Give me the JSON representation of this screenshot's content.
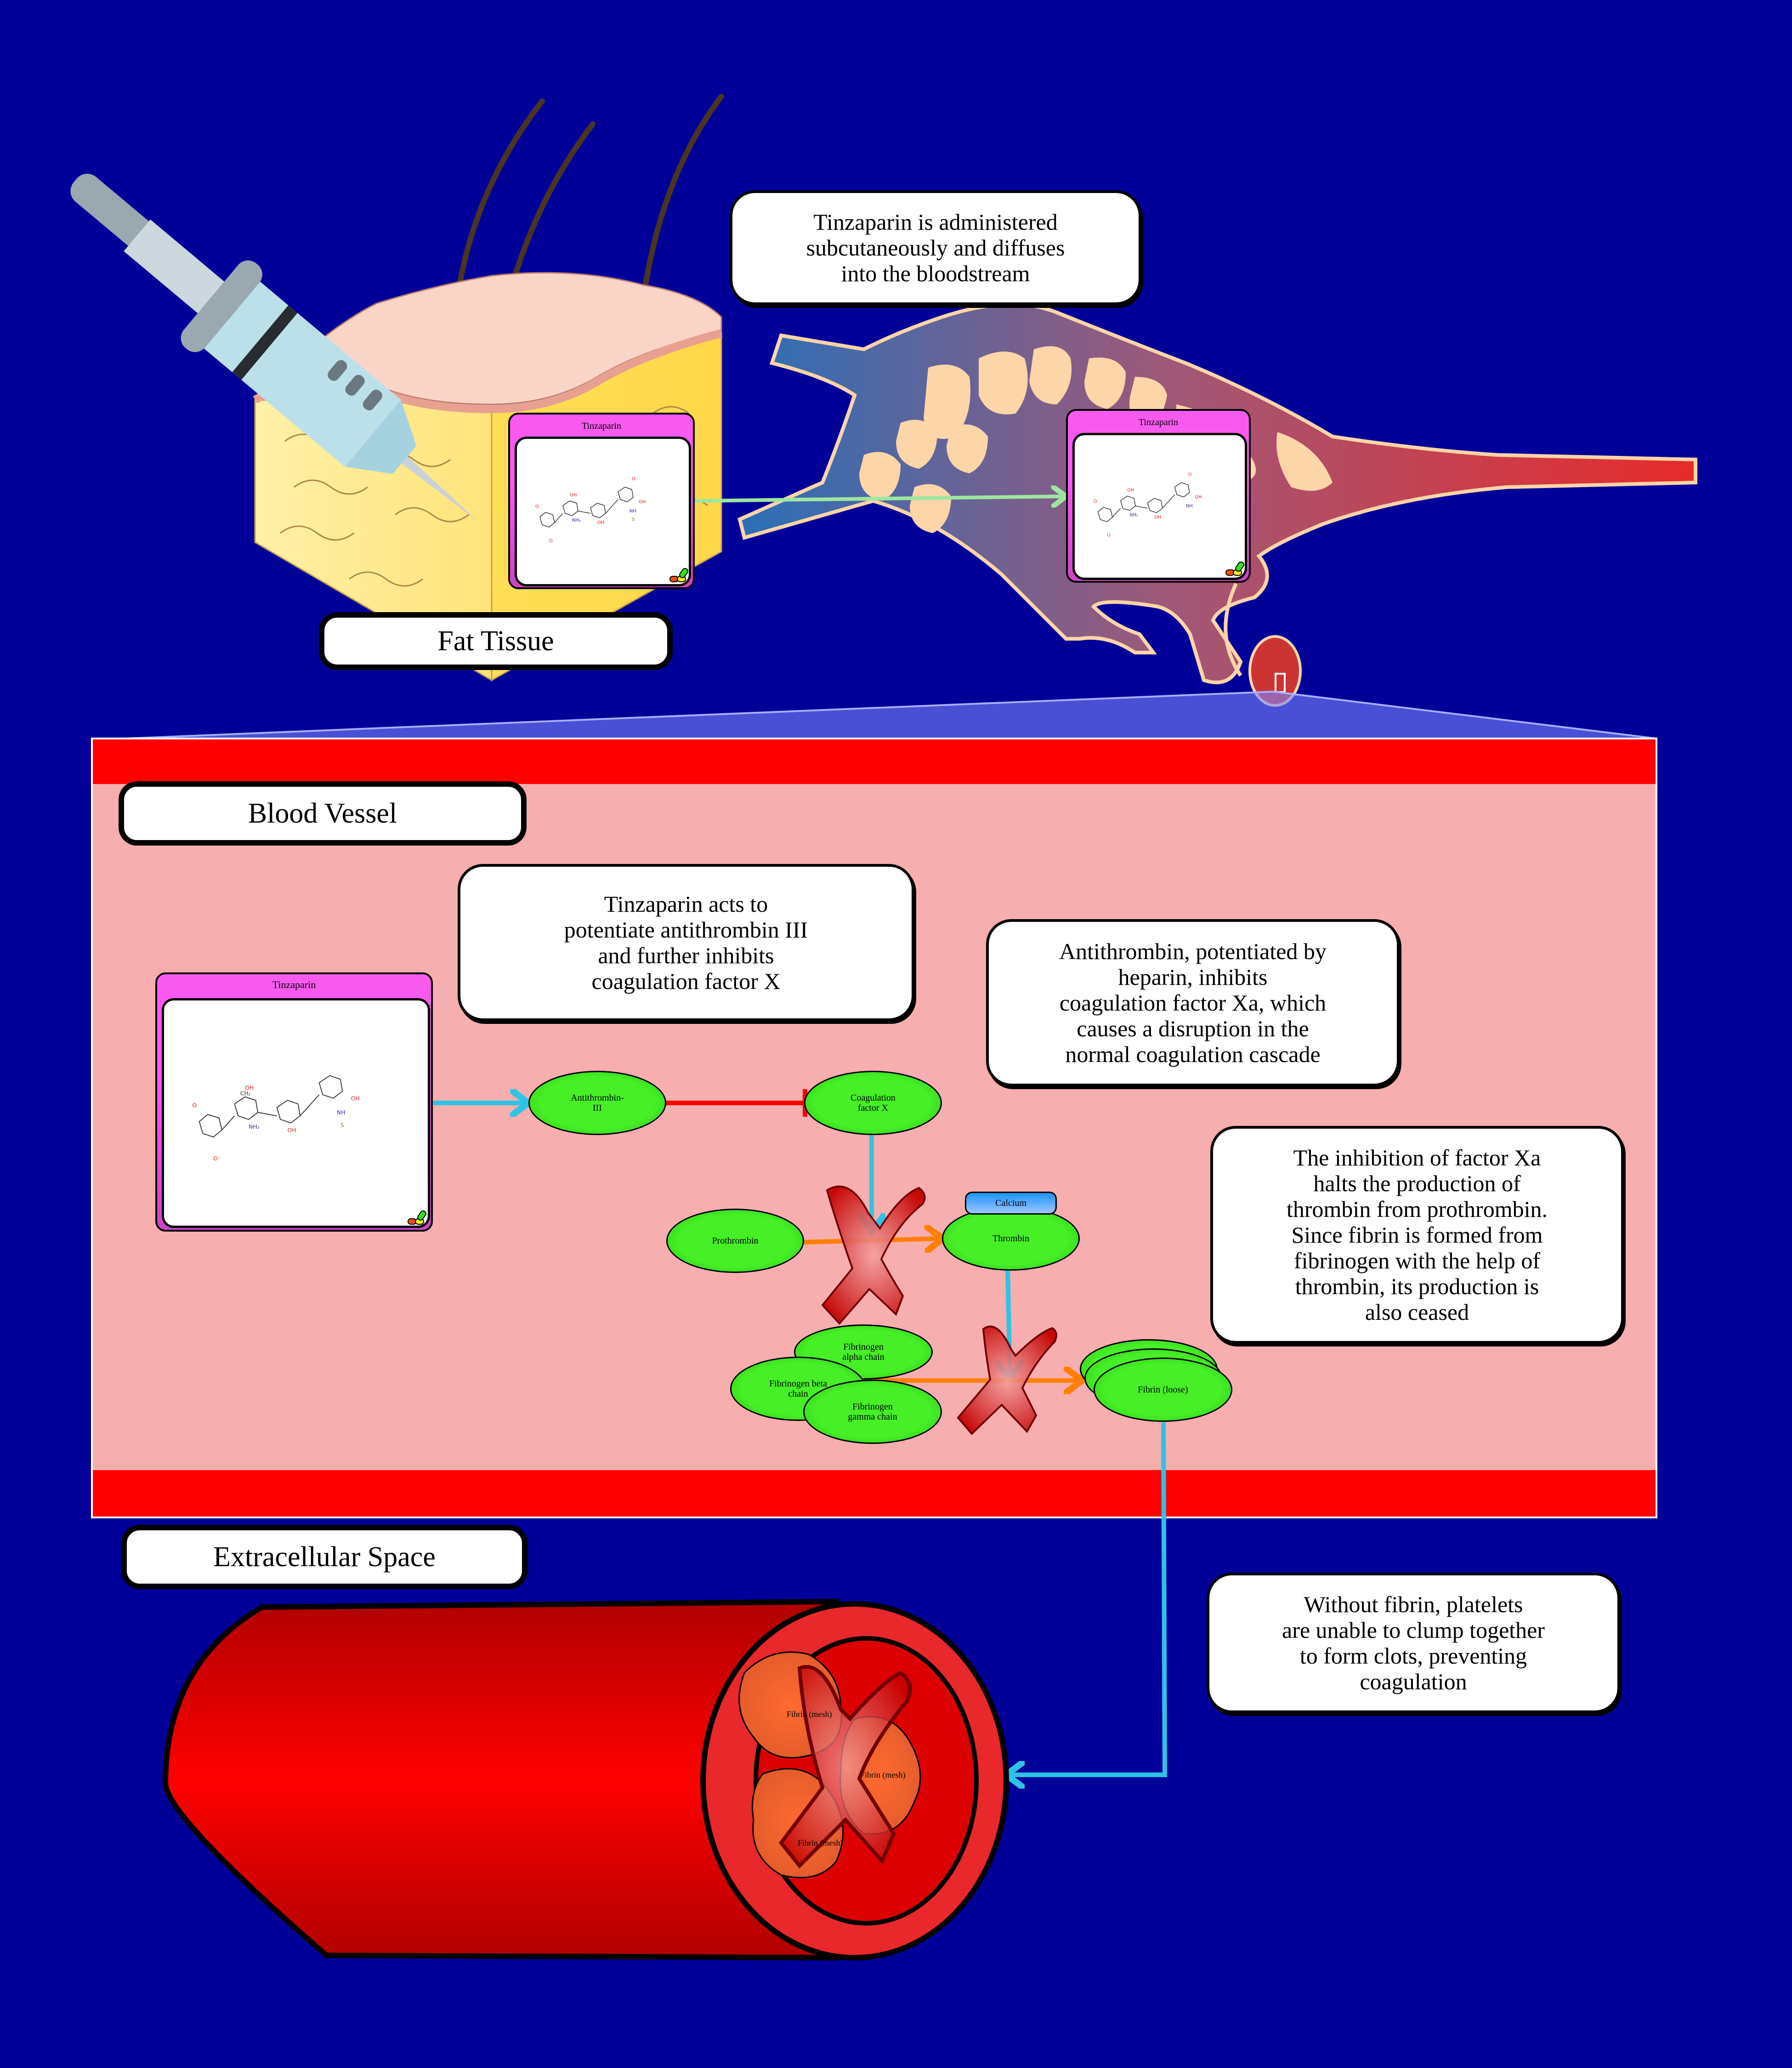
{
  "colors": {
    "background": "#000099",
    "vessel_wall": "#ff0000",
    "vessel_lumen": "#f7aeae",
    "drug_card": "#f85af0",
    "node_fill": "#46ef26",
    "calcium_fill": "#4aa8ff",
    "activation_arrow": "#2dc3e6",
    "conversion_arrow": "#ff8000",
    "inhibition_line": "#ff0000",
    "transport_arrow": "#9ee6a0",
    "block_cross": "#c40000"
  },
  "top_section": {
    "callout_text": "Tinzaparin is administered\nsubcutaneously and diffuses\ninto the bloodstream",
    "fat_tissue_label": "Fat Tissue",
    "drug_cards": [
      {
        "title": "Tinzaparin",
        "location": "fat-tissue"
      },
      {
        "title": "Tinzaparin",
        "location": "capillary-bed"
      }
    ]
  },
  "blood_vessel_section": {
    "label": "Blood Vessel",
    "callouts": {
      "mechanism": "Tinzaparin acts to\npotentiate antithrombin III\nand further inhibits\ncoagulation factor X",
      "antithrombin": "Antithrombin, potentiated by\nheparin, inhibits\ncoagulation factor Xa, which\ncauses a disruption in the\nnormal coagulation cascade",
      "inhibition": "The inhibition of factor Xa\nhalts the production of\nthrombin from prothrombin.\nSince fibrin is formed from\nfibrinogen with the help of\nthrombin, its production is\nalso ceased"
    },
    "drug_card": {
      "title": "Tinzaparin"
    },
    "structure_labels": [
      "O",
      "O⁻",
      "OH",
      "CH₂",
      "NH₂",
      "H",
      "NH",
      "S",
      "O⁻"
    ],
    "nodes": {
      "antithrombin": "Antithrombin-\nIII",
      "factor_x": "Coagulation\nfactor X",
      "prothrombin": "Prothrombin",
      "thrombin": "Thrombin",
      "calcium": "Calcium",
      "fibrinogen_alpha": "Fibrinogen\nalpha chain",
      "fibrinogen_beta": "Fibrinogen beta\nchain",
      "fibrinogen_gamma": "Fibrinogen\ngamma chain",
      "fibrin_loose": "Fibrin (loose)"
    }
  },
  "extracellular_section": {
    "label": "Extracellular Space",
    "callout_text": "Without fibrin, platelets\nare unable to clump together\nto form clots, preventing\ncoagulation",
    "mesh_labels": [
      "Fibrin (mesh)",
      "Fibrin (mesh)",
      "Fibrin (mesh)"
    ]
  }
}
